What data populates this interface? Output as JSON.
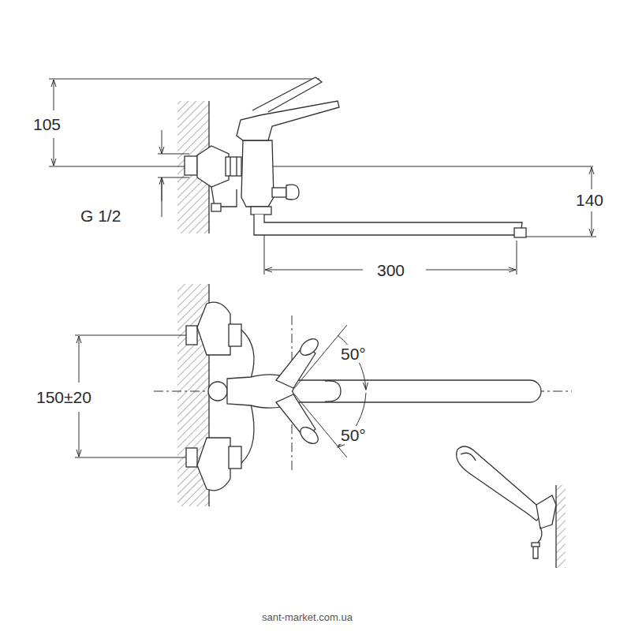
{
  "diagram": {
    "labels": [
      "105",
      "G 1/2",
      "140",
      "300",
      "150±20",
      "50°",
      "50°",
      "sant-market.com.ua"
    ]
  }
}
